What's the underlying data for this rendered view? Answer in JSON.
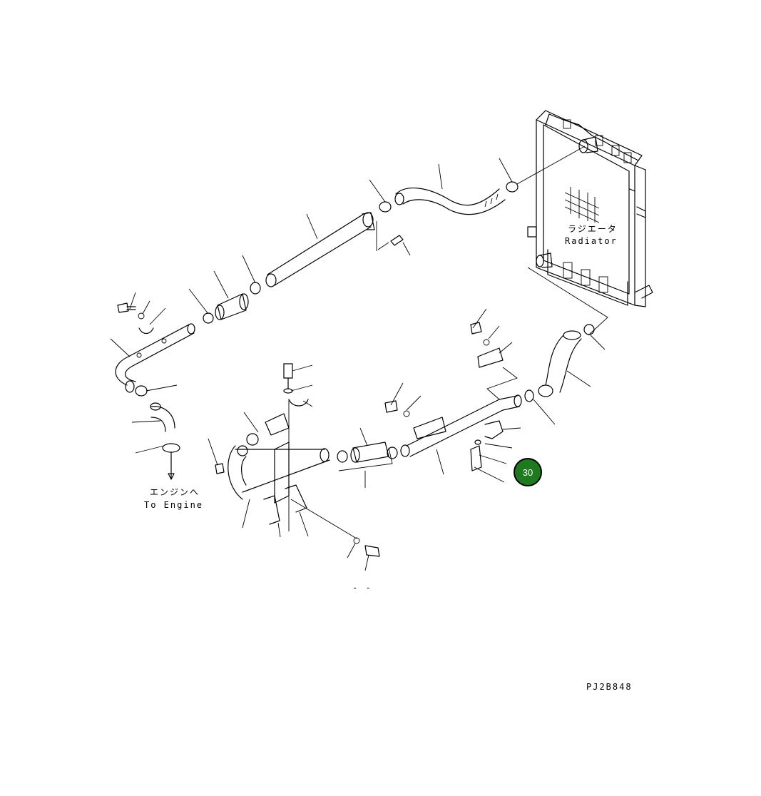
{
  "labels": {
    "radiator_jp": "ラジエータ",
    "radiator_en": "Radiator",
    "engine_jp": "エンジンへ",
    "engine_en": "To Engine",
    "dash_mark": "- -",
    "drawing_code": "PJ2B848"
  },
  "callout": {
    "number": "30",
    "color": "#1f7a1f"
  },
  "colors": {
    "line": "#000000",
    "background": "#ffffff"
  }
}
